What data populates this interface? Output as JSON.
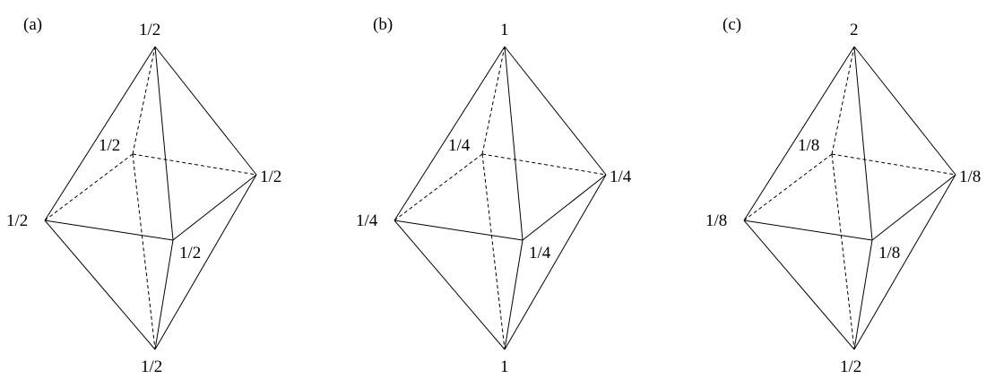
{
  "panels": [
    {
      "label": "(a)",
      "vertices": {
        "top": "1/2",
        "back": "1/2",
        "right": "1/2",
        "left": "1/2",
        "front": "1/2",
        "bottom": "1/2"
      }
    },
    {
      "label": "(b)",
      "vertices": {
        "top": "1",
        "back": "1/4",
        "right": "1/4",
        "left": "1/4",
        "front": "1/4",
        "bottom": "1"
      }
    },
    {
      "label": "(c)",
      "vertices": {
        "top": "2",
        "back": "1/8",
        "right": "1/8",
        "left": "1/8",
        "front": "1/8",
        "bottom": "1/2"
      }
    }
  ]
}
